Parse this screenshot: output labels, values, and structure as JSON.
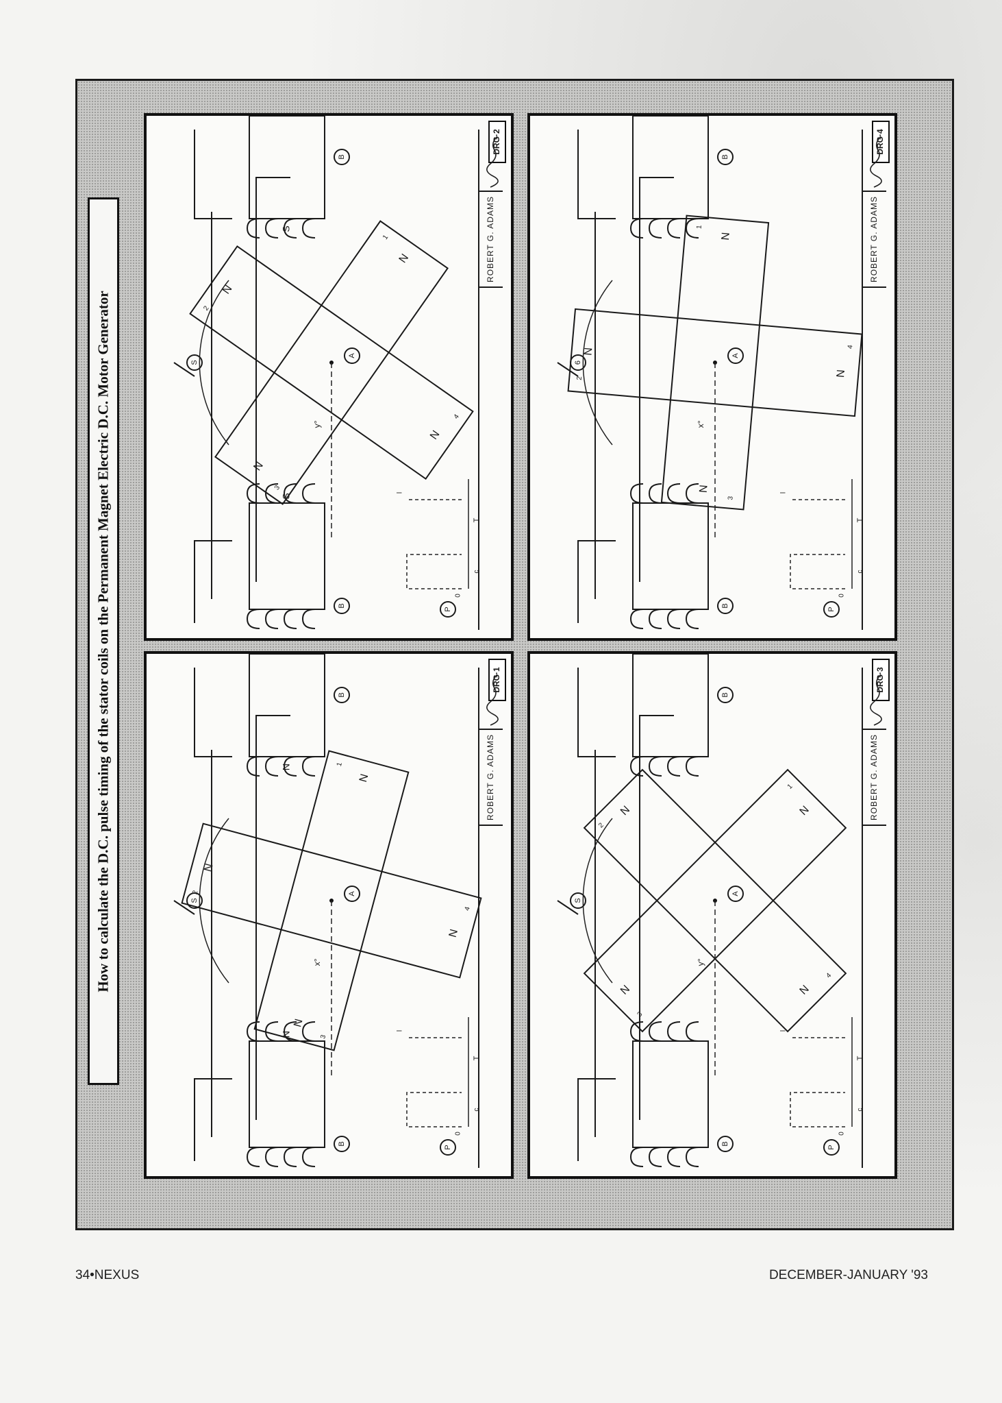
{
  "title": "How to calculate the D.C. pulse timing of the stator coils on the Permanent Magnet Electric D.C. Motor Generator",
  "footer": {
    "page": "34•NEXUS",
    "issue": "DECEMBER-JANUARY '93"
  },
  "panels": [
    {
      "id": "drg1",
      "label": "DRG·1",
      "author": "ROBERT G. ADAMS",
      "rotor_angle_deg": 15,
      "angle_symbol": "x°",
      "switch_label": "S",
      "rotor_label": "A",
      "coil_label": "B",
      "pulse_label": "P",
      "timing": {
        "zero": "0",
        "c": "c",
        "t": "T",
        "l": "l"
      },
      "pole_numbers": [
        "1",
        "2",
        "3",
        "4"
      ],
      "pole_letter": "N",
      "stator_face_letter": "N"
    },
    {
      "id": "drg2",
      "label": "DRG·2",
      "author": "ROBERT G. ADAMS",
      "rotor_angle_deg": 35,
      "angle_symbol": "y°",
      "switch_label": "S",
      "rotor_label": "A",
      "coil_label": "B",
      "pulse_label": "P",
      "timing": {
        "zero": "0",
        "c": "c",
        "t": "T",
        "l": "l"
      },
      "pole_numbers": [
        "1",
        "2",
        "3",
        "4"
      ],
      "pole_letter": "N",
      "stator_face_letter": "S"
    },
    {
      "id": "drg3",
      "label": "DRG·3",
      "author": "ROBERT G. ADAMS",
      "rotor_angle_deg": 45,
      "angle_symbol": "y°",
      "switch_label": "S",
      "rotor_label": "A",
      "coil_label": "B",
      "pulse_label": "P",
      "timing": {
        "zero": "0",
        "c": "c",
        "t": "T",
        "l": "l"
      },
      "pole_numbers": [
        "1",
        "2",
        "3",
        "4"
      ],
      "pole_letter": "N",
      "stator_face_letter": ""
    },
    {
      "id": "drg4",
      "label": "DRG·4",
      "author": "ROBERT G. ADAMS",
      "rotor_angle_deg": 5,
      "angle_symbol": "x°",
      "switch_label": "6",
      "rotor_label": "A",
      "coil_label": "B",
      "pulse_label": "P",
      "timing": {
        "zero": "0",
        "c": "c",
        "t": "T",
        "l": "l"
      },
      "pole_numbers": [
        "1",
        "2",
        "3",
        "4"
      ],
      "pole_letter": "N",
      "stator_face_letter": ""
    }
  ]
}
